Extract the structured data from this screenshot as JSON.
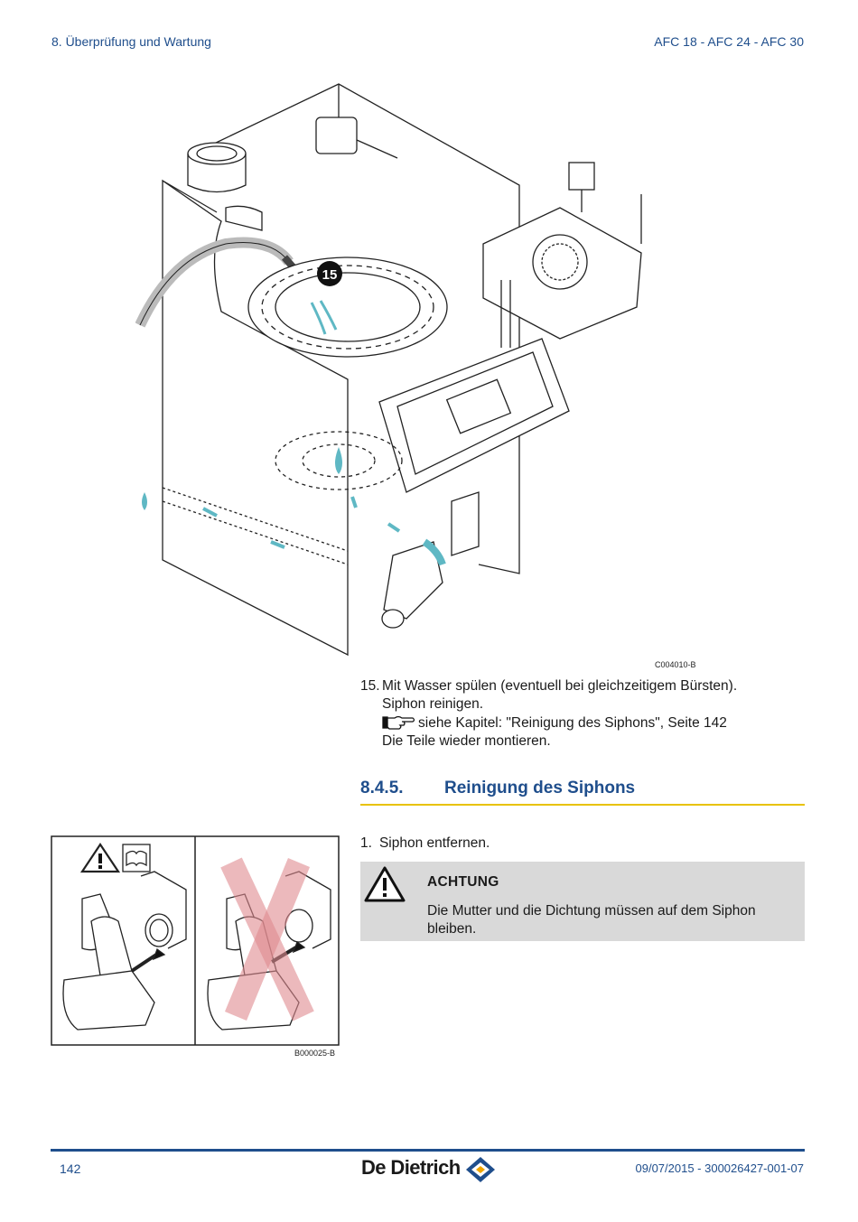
{
  "header": {
    "chapter": "8.  Überprüfung und Wartung",
    "models": "AFC 18 - AFC 24 - AFC 30"
  },
  "figure_main": {
    "callout": "15",
    "code": "C004010-B"
  },
  "step15": {
    "number": "15.",
    "line1": "Mit Wasser spülen (eventuell bei gleichzeitigem Bürsten).",
    "line2": "Siphon reinigen.",
    "ref": "siehe Kapitel:  \"Reinigung des Siphons\", Seite 142",
    "line4": "Die Teile wieder montieren."
  },
  "section": {
    "number": "8.4.5.",
    "title": "Reinigung des Siphons"
  },
  "step1": {
    "number": "1.",
    "text": "Siphon entfernen."
  },
  "warning": {
    "title": "ACHTUNG",
    "text": "Die Mutter und die Dichtung müssen auf dem Siphon bleiben."
  },
  "figure_small": {
    "code": "B000025-B"
  },
  "footer": {
    "page": "142",
    "brand": "De Dietrich",
    "doc_ref": "09/07/2015 - 300026427-001-07"
  },
  "colors": {
    "accent_blue": "#1f4e8c",
    "rule_yellow": "#e8c200",
    "water": "#5fb8c4",
    "warn_bg": "#d9d9d9"
  }
}
